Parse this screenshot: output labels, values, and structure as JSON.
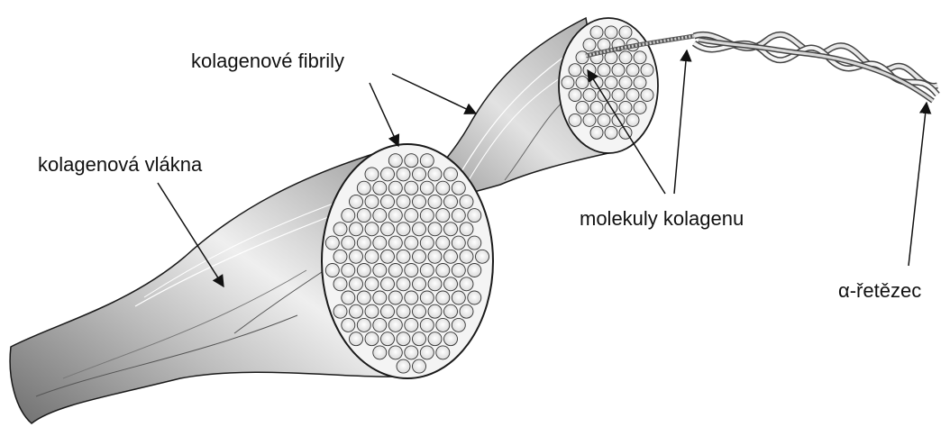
{
  "labels": {
    "fibrils": "kolagenové fibrily",
    "fibers": "kolagenová vlákna",
    "molecules": "molekuly kolagenu",
    "alpha_chain": "α-řetězec"
  },
  "colors": {
    "outline": "#1a1a1a",
    "fiber_dark": "#7a7a7a",
    "fiber_mid": "#bdbdbd",
    "fiber_light": "#ececec",
    "section_face": "#f4f4f4",
    "fibril_circle": "#e8e8e8"
  }
}
